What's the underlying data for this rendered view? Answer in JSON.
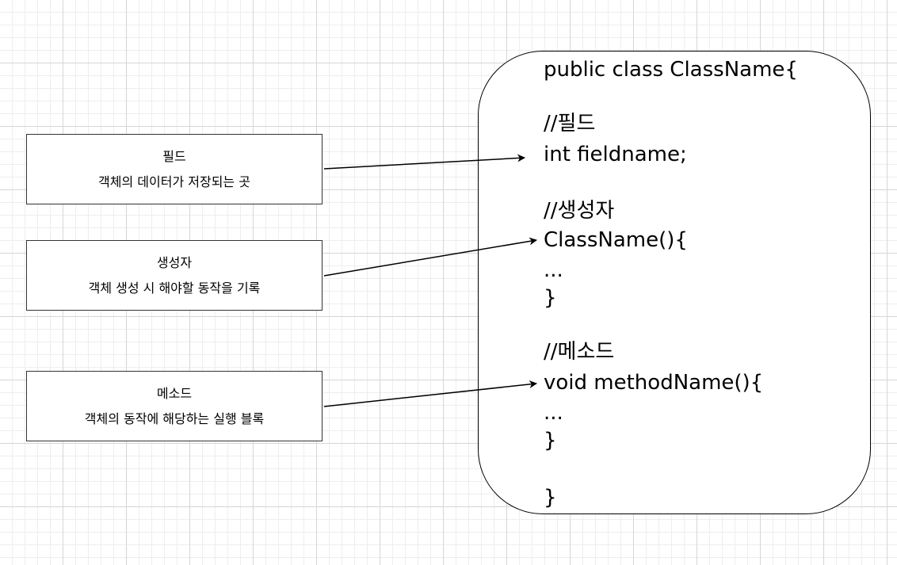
{
  "boxes": {
    "field": {
      "title": "필드",
      "description": "객체의 데이터가 저장되는 곳"
    },
    "constructor": {
      "title": "생성자",
      "description": "객체 생성 시 해야할 동작을 기록"
    },
    "method": {
      "title": "메소드",
      "description": "객체의 동작에 해당하는 실행 블록"
    }
  },
  "code": {
    "class_header": "public class ClassName{",
    "field_comment": "//필드",
    "field_decl": "int fieldname;",
    "ctor_comment": "//생성자",
    "ctor_decl": "ClassName(){",
    "ctor_body": "...",
    "ctor_close": "}",
    "method_comment": "//메소드",
    "method_decl": "void methodName(){",
    "method_body": "...",
    "method_close": "}",
    "class_close": "}"
  },
  "colors": {
    "grid_major": "#d6d6d6",
    "grid_minor": "#eeeeee",
    "stroke": "#000000"
  }
}
